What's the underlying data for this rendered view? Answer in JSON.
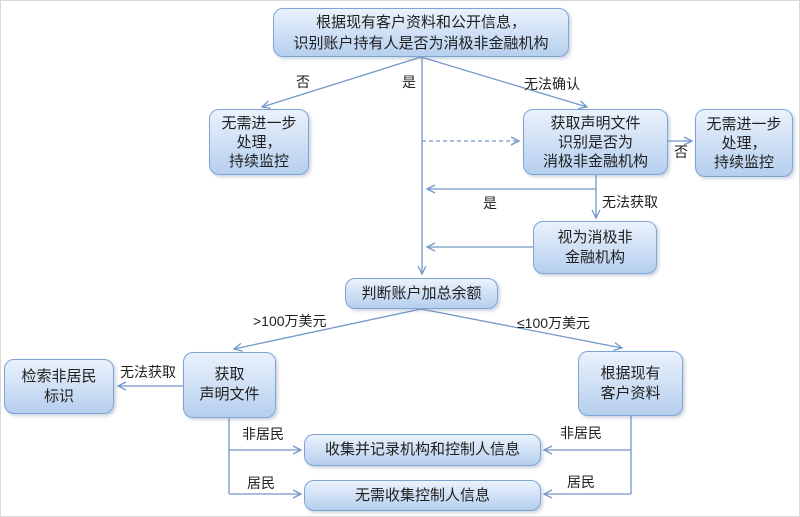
{
  "diagram": {
    "nodes": {
      "start": {
        "text": "根据现有客户资料和公开信息，\n识别账户持有人是否为消极非金融机构"
      },
      "no_further_left": {
        "text": "无需进一步\n处理，\n持续监控"
      },
      "obtain_identify": {
        "text": "获取声明文件\n识别是否为\n消极非金融机构"
      },
      "no_further_right": {
        "text": "无需进一步\n处理，\n持续监控"
      },
      "deemed_passive": {
        "text": "视为消极非\n金融机构"
      },
      "judge_balance": {
        "text": "判断账户加总余额"
      },
      "obtain_statement": {
        "text": "获取\n声明文件"
      },
      "search_flag": {
        "text": "检索非居民\n标识"
      },
      "existing_data": {
        "text": "根据现有\n客户资料"
      },
      "collect_info": {
        "text": "收集并记录机构和控制人信息"
      },
      "no_collect": {
        "text": "无需收集控制人信息"
      }
    },
    "labels": {
      "no_top": "否",
      "yes_top": "是",
      "cannot_confirm": "无法确认",
      "no_right": "否",
      "yes_merge": "是",
      "cannot_obtain_right": "无法获取",
      "gt_1m": ">100万美元",
      "le_1m": "≤100万美元",
      "cannot_obtain_left": "无法获取",
      "nonresident_left": "非居民",
      "nonresident_right": "非居民",
      "resident_left": "居民",
      "resident_right": "居民"
    },
    "colors": {
      "connector": "#7498c8",
      "node_border": "#7ea4d4",
      "node_fill_top": "#eaf2fc",
      "node_fill_bottom": "#b5cfee",
      "text": "#1f1f1f"
    }
  }
}
